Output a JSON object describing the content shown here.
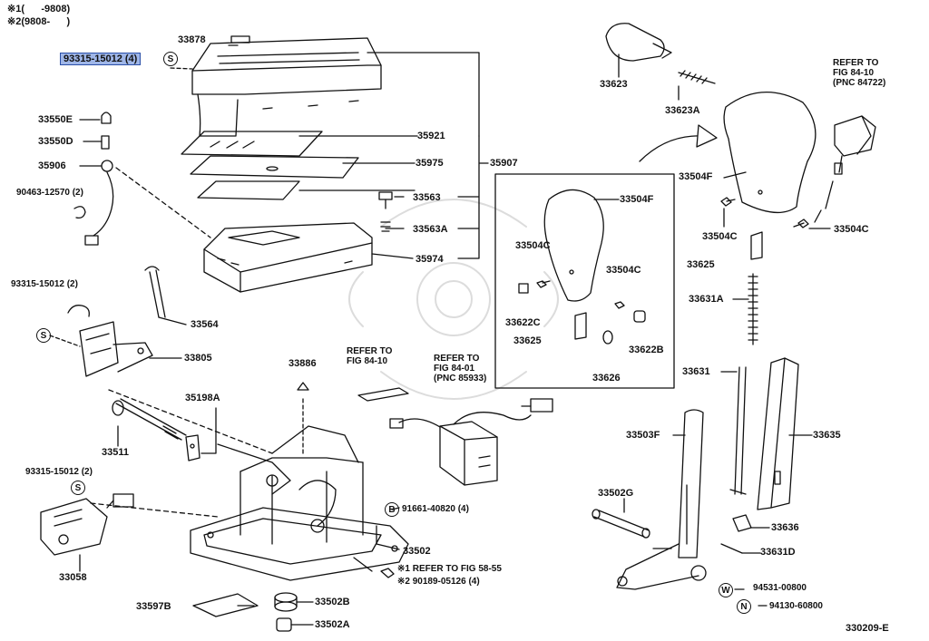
{
  "notes": {
    "n1_mark": "※1",
    "n1_range": "(      -9808)",
    "n2_mark": "※2",
    "n2_range": "(9808-      )"
  },
  "symbols": {
    "s": "S",
    "b": "B",
    "w": "W",
    "n": "N"
  },
  "labels": {
    "p93315_hl": "93315-15012 (4)",
    "p33878": "33878",
    "p33550E": "33550E",
    "p33550D": "33550D",
    "p35906": "35906",
    "p90463": "90463-12570 (2)",
    "p35921": "35921",
    "p35975": "35975",
    "p35907": "35907",
    "p33563": "33563",
    "p33563A": "33563A",
    "p35974": "35974",
    "p93315_2a": "93315-15012 (2)",
    "p33564": "33564",
    "p33805": "33805",
    "p35198A": "35198A",
    "p33511": "33511",
    "p93315_2b": "93315-15012 (2)",
    "p33058": "33058",
    "p33886": "33886",
    "ref1_l1": "REFER TO",
    "ref1_l2": "FIG 84-10",
    "ref2_l1": "REFER TO",
    "ref2_l2": "FIG 84-01",
    "ref2_l3": "(PNC 85933)",
    "p91661": "91661-40820 (4)",
    "p33502": "33502",
    "n1_ref": "※1 REFER TO FIG 58-55",
    "n2_part": "※2 90189-05126 (4)",
    "p33597B": "33597B",
    "p33502B": "33502B",
    "p33502A": "33502A",
    "p33623": "33623",
    "p33623A": "33623A",
    "ref3_l1": "REFER TO",
    "ref3_l2": "FIG 84-10",
    "ref3_l3": "(PNC 84722)",
    "p33504F_a": "33504F",
    "p33504C_a": "33504C",
    "p33622C": "33622C",
    "p33625_a": "33625",
    "p33504C_b": "33504C",
    "p33622B": "33622B",
    "p33626": "33626",
    "p33504F_b": "33504F",
    "p33504C_c": "33504C",
    "p33504C_d": "33504C",
    "p33625_b": "33625",
    "p33631A": "33631A",
    "p33631": "33631",
    "p33503F": "33503F",
    "p33635": "33635",
    "p33502G": "33502G",
    "p33636": "33636",
    "p33631D": "33631D",
    "p94531": "94531-00800",
    "p94130": "94130-60800",
    "fig_code": "330209-E"
  }
}
